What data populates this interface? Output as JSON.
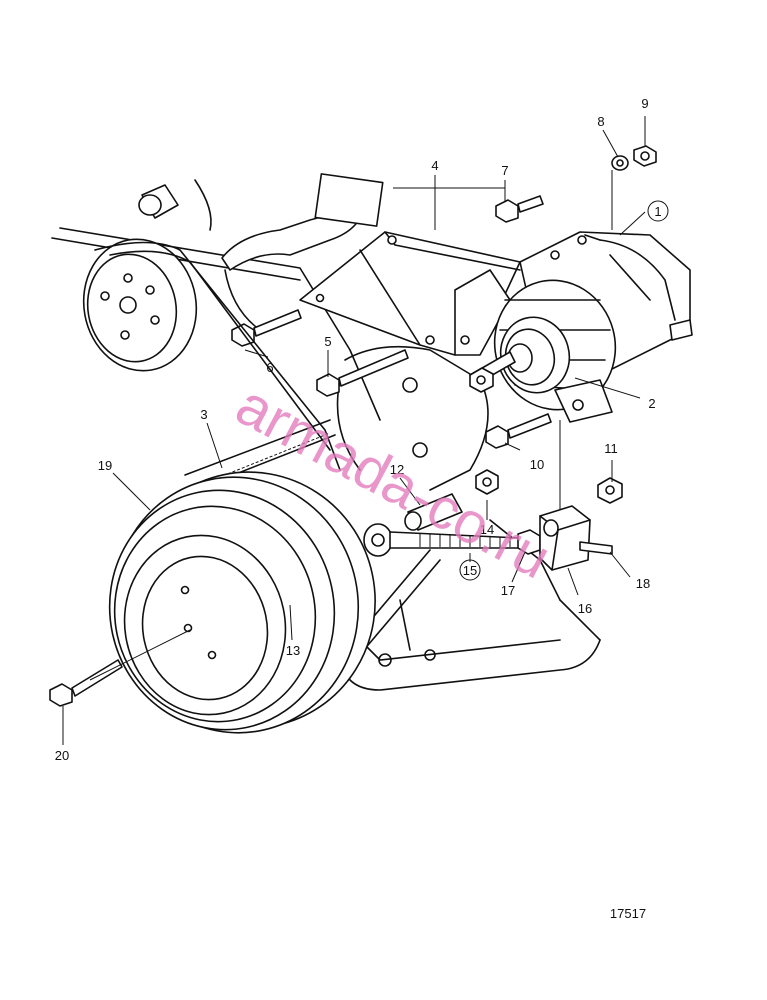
{
  "diagram": {
    "drawing_number": "17517",
    "watermark": "armada-co.ru",
    "callouts": [
      {
        "id": "1",
        "text": "1",
        "circled": true
      },
      {
        "id": "2",
        "text": "2"
      },
      {
        "id": "3",
        "text": "3"
      },
      {
        "id": "4",
        "text": "4"
      },
      {
        "id": "5",
        "text": "5"
      },
      {
        "id": "6",
        "text": "6"
      },
      {
        "id": "7",
        "text": "7"
      },
      {
        "id": "8",
        "text": "8"
      },
      {
        "id": "9",
        "text": "9"
      },
      {
        "id": "10",
        "text": "10"
      },
      {
        "id": "11",
        "text": "11"
      },
      {
        "id": "12",
        "text": "12"
      },
      {
        "id": "13",
        "text": "13"
      },
      {
        "id": "14",
        "text": "14"
      },
      {
        "id": "15",
        "text": "15",
        "circled": true
      },
      {
        "id": "16",
        "text": "16"
      },
      {
        "id": "17",
        "text": "17"
      },
      {
        "id": "18",
        "text": "18"
      },
      {
        "id": "19",
        "text": "19"
      },
      {
        "id": "20",
        "text": "20"
      }
    ]
  }
}
